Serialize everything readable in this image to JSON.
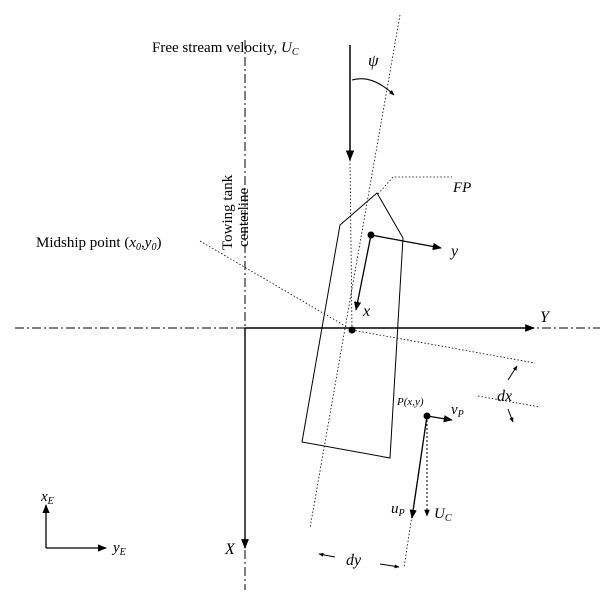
{
  "labels": {
    "free_stream": "Free stream velocity, ",
    "u_c_top_main": "U",
    "u_c_top_sub": "C",
    "psi": "ψ",
    "towing_line1": "Towing tank",
    "towing_line2": "centerline",
    "fp": "FP",
    "midship_text": "Midship point (",
    "midship_x": "x",
    "midship_x_sub": "0",
    "midship_comma": ",",
    "midship_y": "y",
    "midship_y_sub": "0",
    "midship_close": ")",
    "body_y": "y",
    "body_x": "x",
    "global_Y": "Y",
    "global_X": "X",
    "dx": "dx",
    "dy": "dy",
    "point_p": "P(x,y)",
    "v_p_main": "v",
    "v_p_sub": "P",
    "u_p_main": "u",
    "u_p_sub": "P",
    "u_c_main": "U",
    "u_c_sub": "C",
    "x_e_main": "x",
    "x_e_sub": "E",
    "y_e_main": "y",
    "y_e_sub": "E"
  }
}
